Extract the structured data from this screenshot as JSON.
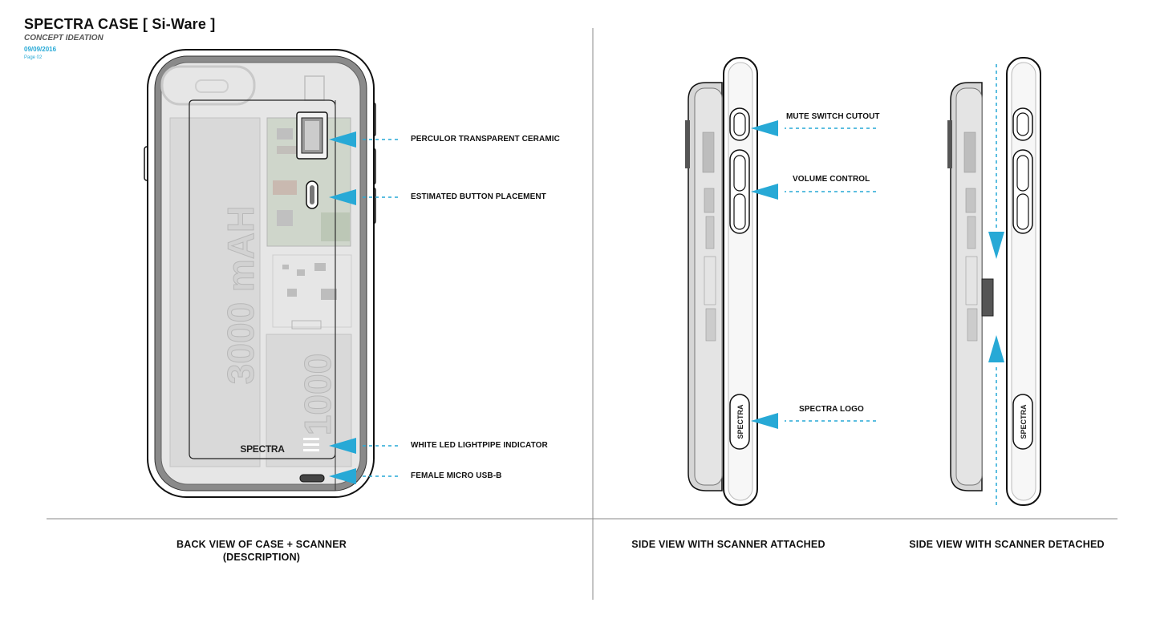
{
  "header": {
    "title": "SPECTRA CASE [ Si-Ware ]",
    "subtitle": "CONCEPT IDEATION",
    "date": "09/09/2016",
    "page": "Page 02"
  },
  "back_view": {
    "battery_main": "3000 mAH",
    "battery_small": "1000",
    "brand": "SPECTRA",
    "callouts": [
      "PERCULOR TRANSPARENT CERAMIC",
      "ESTIMATED BUTTON PLACEMENT",
      "WHITE LED LIGHTPIPE INDICATOR",
      "FEMALE MICRO USB-B"
    ],
    "caption_line1": "BACK VIEW OF CASE + SCANNER",
    "caption_line2": "(DESCRIPTION)"
  },
  "side_attached": {
    "brand": "SPECTRA",
    "callouts": [
      "MUTE SWITCH CUTOUT",
      "VOLUME CONTROL",
      "SPECTRA LOGO"
    ],
    "caption": "SIDE VIEW WITH SCANNER ATTACHED"
  },
  "side_detached": {
    "brand": "SPECTRA",
    "caption": "SIDE VIEW WITH SCANNER DETACHED"
  },
  "colors": {
    "accent": "#27a9d6",
    "outline": "#111111",
    "case_fill": "#e3e3e3",
    "rim": "#8a8a8a"
  }
}
